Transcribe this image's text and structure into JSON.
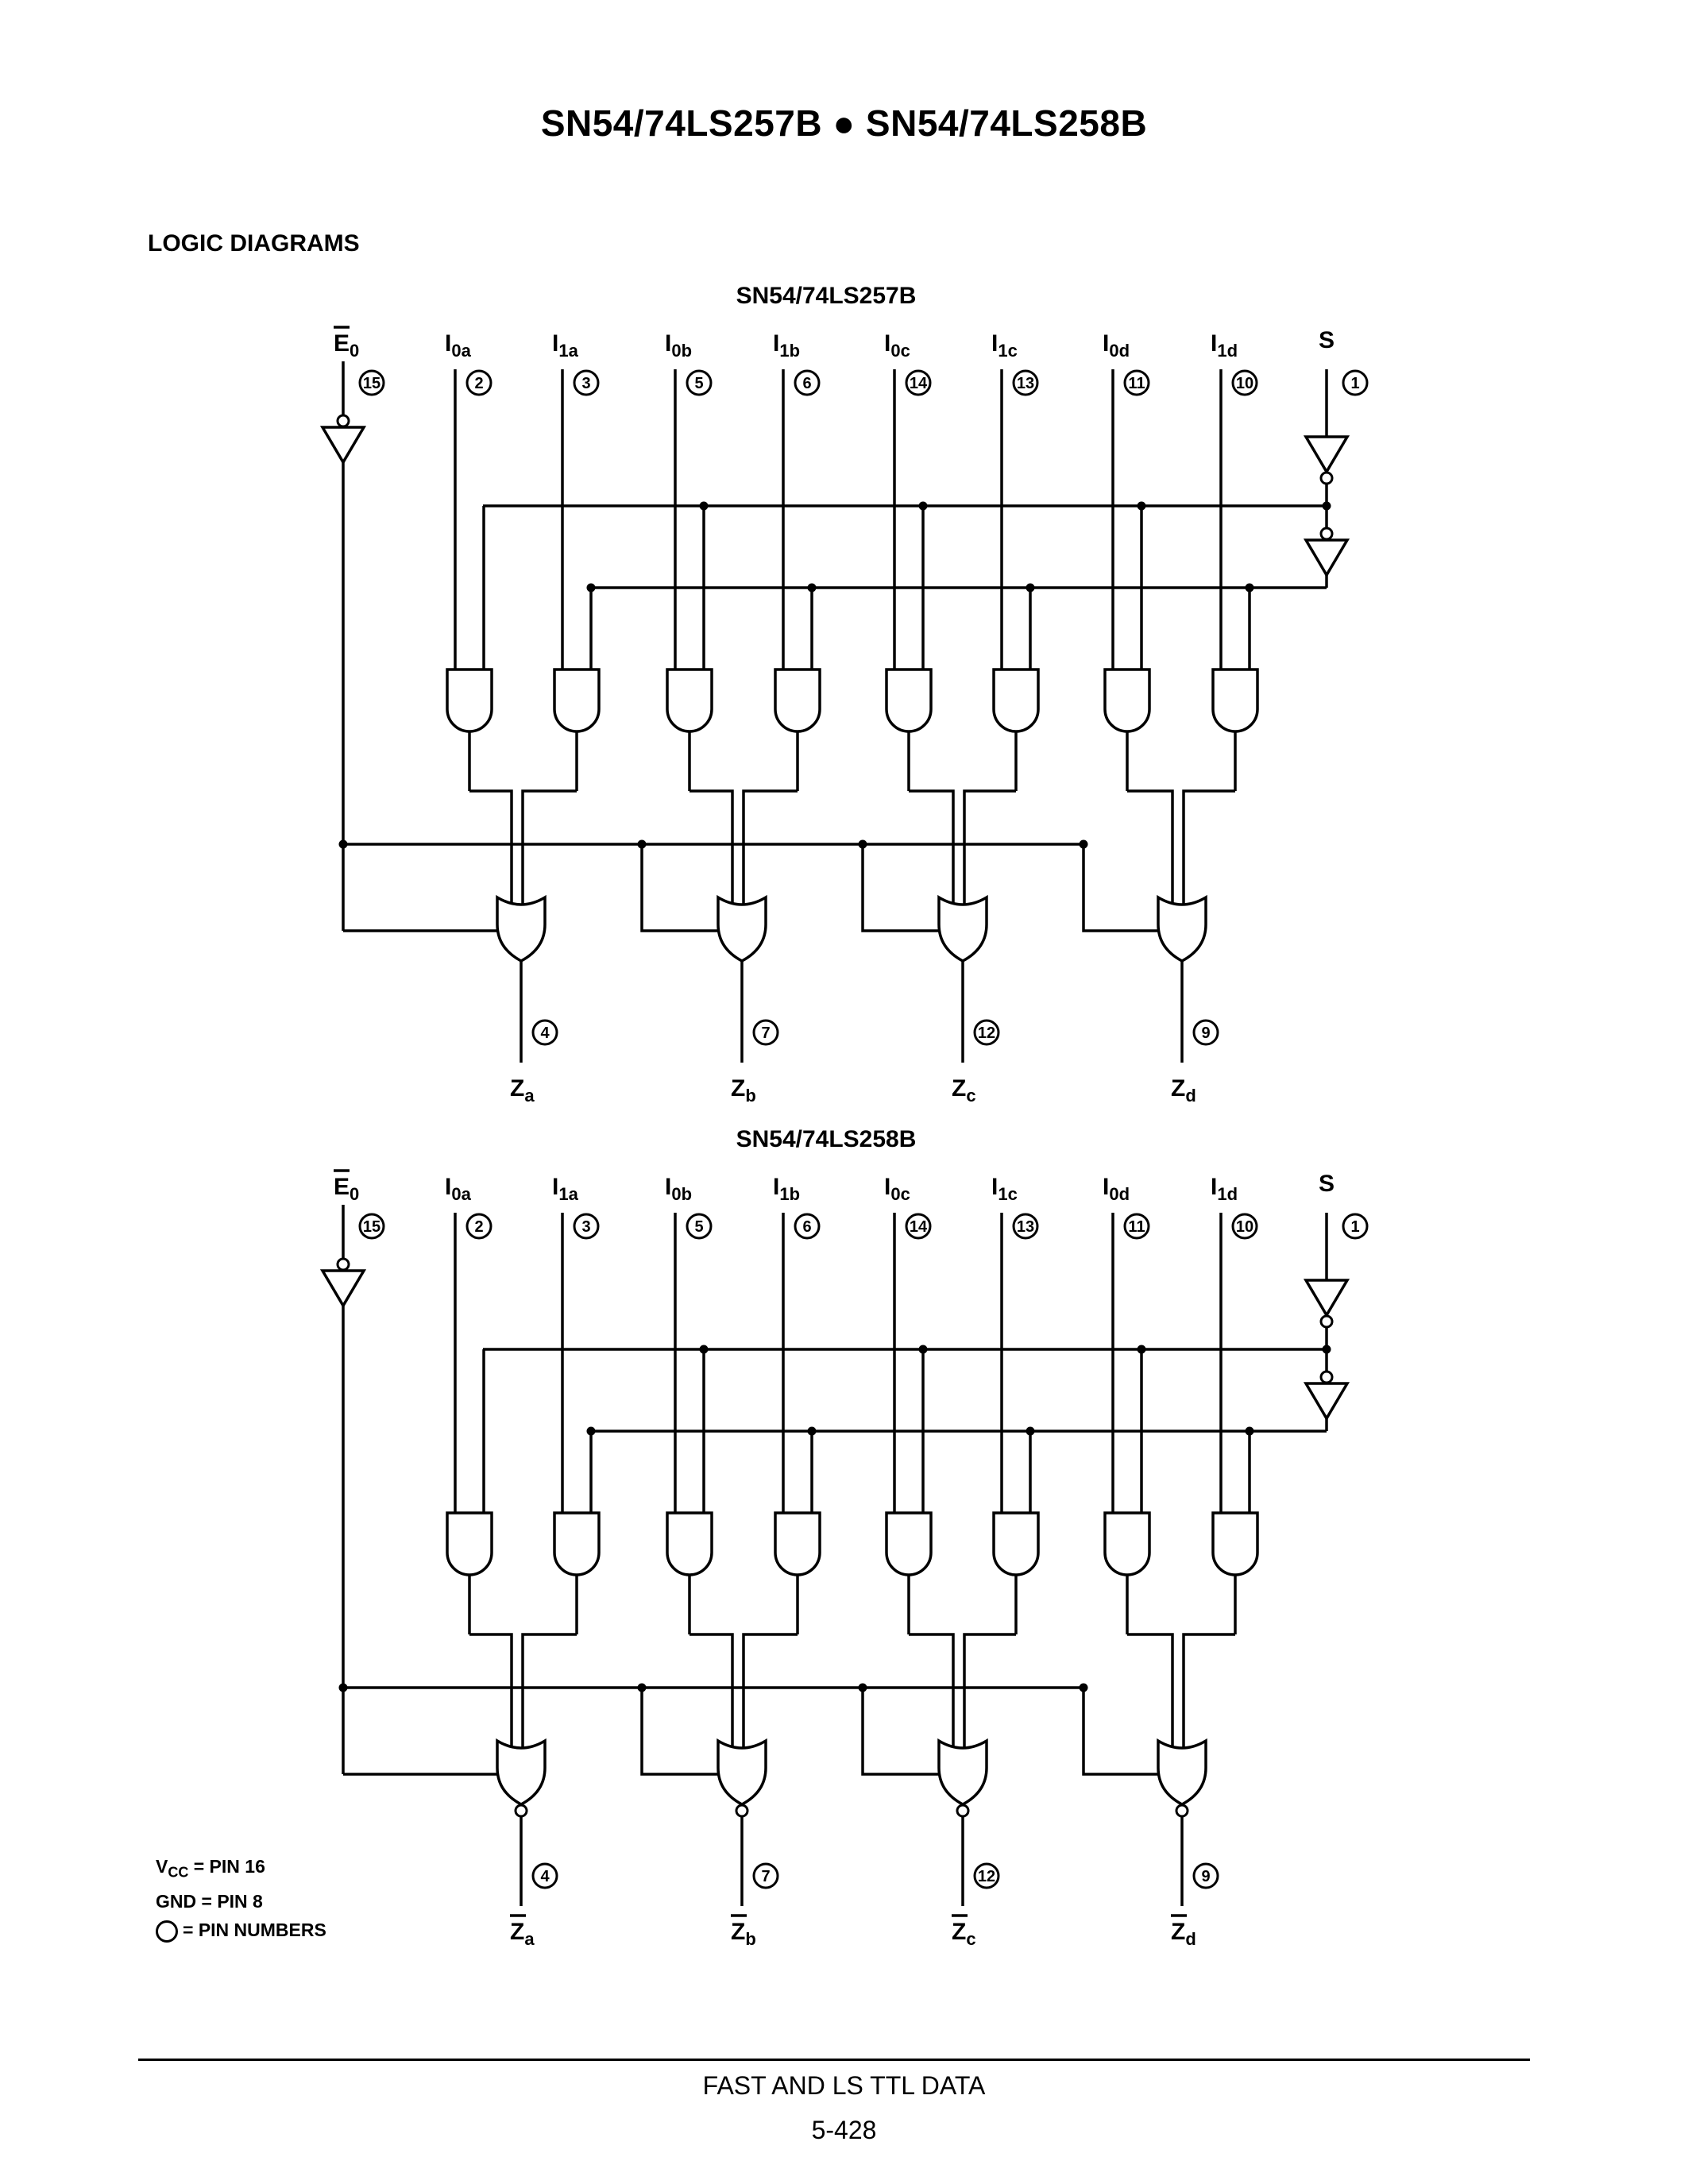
{
  "page": {
    "title": "SN54/74LS257B ● SN54/74LS258B",
    "section": "LOGIC DIAGRAMS",
    "footer": "FAST AND LS TTL DATA",
    "page_number": "5-428"
  },
  "diagrams": [
    {
      "title": "SN54/74LS257B",
      "enable": {
        "label": "E",
        "sub": "0",
        "pin": "15"
      },
      "select": {
        "label": "S",
        "pin": "1"
      },
      "inputs": [
        {
          "label": "I",
          "sub": "0a",
          "pin": "2"
        },
        {
          "label": "I",
          "sub": "1a",
          "pin": "3"
        },
        {
          "label": "I",
          "sub": "0b",
          "pin": "5"
        },
        {
          "label": "I",
          "sub": "1b",
          "pin": "6"
        },
        {
          "label": "I",
          "sub": "0c",
          "pin": "14"
        },
        {
          "label": "I",
          "sub": "1c",
          "pin": "13"
        },
        {
          "label": "I",
          "sub": "0d",
          "pin": "11"
        },
        {
          "label": "I",
          "sub": "1d",
          "pin": "10"
        }
      ],
      "outputs": [
        {
          "label": "Z",
          "sub": "a",
          "pin": "4"
        },
        {
          "label": "Z",
          "sub": "b",
          "pin": "7"
        },
        {
          "label": "Z",
          "sub": "c",
          "pin": "12"
        },
        {
          "label": "Z",
          "sub": "d",
          "pin": "9"
        }
      ],
      "inverted_outputs": false
    },
    {
      "title": "SN54/74LS258B",
      "enable": {
        "label": "E",
        "sub": "0",
        "pin": "15"
      },
      "select": {
        "label": "S",
        "pin": "1"
      },
      "inputs": [
        {
          "label": "I",
          "sub": "0a",
          "pin": "2"
        },
        {
          "label": "I",
          "sub": "1a",
          "pin": "3"
        },
        {
          "label": "I",
          "sub": "0b",
          "pin": "5"
        },
        {
          "label": "I",
          "sub": "1b",
          "pin": "6"
        },
        {
          "label": "I",
          "sub": "0c",
          "pin": "14"
        },
        {
          "label": "I",
          "sub": "1c",
          "pin": "13"
        },
        {
          "label": "I",
          "sub": "0d",
          "pin": "11"
        },
        {
          "label": "I",
          "sub": "1d",
          "pin": "10"
        }
      ],
      "outputs": [
        {
          "label": "Z",
          "sub": "a",
          "pin": "4"
        },
        {
          "label": "Z",
          "sub": "b",
          "pin": "7"
        },
        {
          "label": "Z",
          "sub": "c",
          "pin": "12"
        },
        {
          "label": "Z",
          "sub": "d",
          "pin": "9"
        }
      ],
      "inverted_outputs": true
    }
  ],
  "legend": {
    "vcc": "V",
    "vcc_sub": "CC",
    "vcc_text": "= PIN 16",
    "gnd": "GND = PIN 8",
    "pins": "= PIN NUMBERS"
  }
}
